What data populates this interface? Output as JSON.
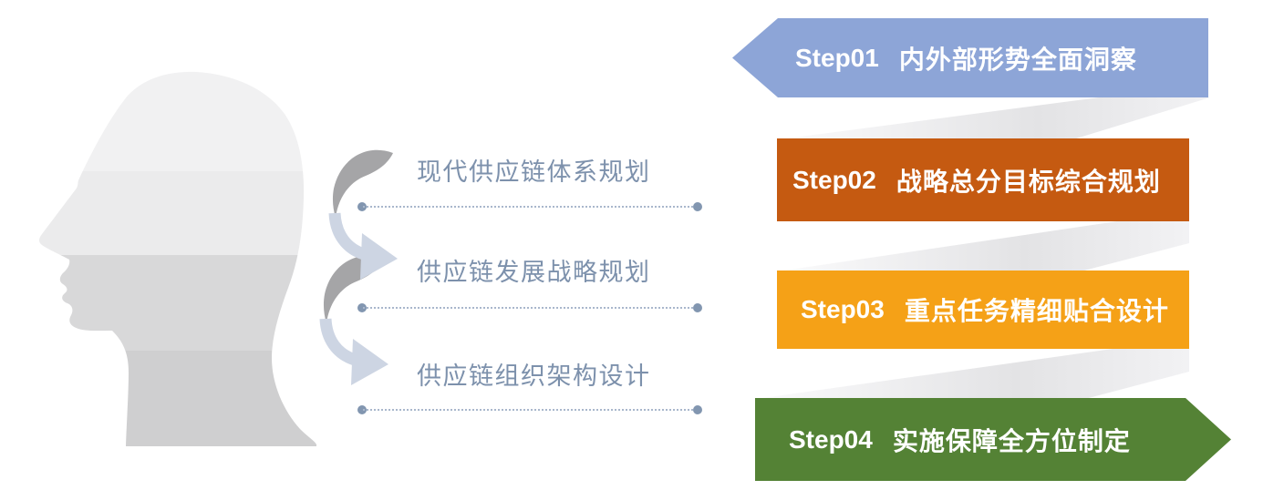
{
  "background": "#ffffff",
  "head": {
    "description": "layered human head profile silhouette facing left",
    "band_colors": [
      "#f1f1f2",
      "#ebebec",
      "#d8d8d9",
      "#cfcfd0"
    ]
  },
  "planning_items": [
    {
      "label": "现代供应链体系规划"
    },
    {
      "label": "供应链发展战略规划"
    },
    {
      "label": "供应链组织架构设计"
    }
  ],
  "steps": [
    {
      "step": "Step01",
      "title": "内外部形势全面洞察",
      "color": "#8DA5D7"
    },
    {
      "step": "Step02",
      "title": "战略总分目标综合规划",
      "color": "#C55A11"
    },
    {
      "step": "Step03",
      "title": "重点任务精细贴合设计",
      "color": "#F5A117"
    },
    {
      "step": "Step04",
      "title": "实施保障全方位制定",
      "color": "#548235"
    }
  ],
  "colors": {
    "label_text": "#7D91AC",
    "line_dot": "#8296B0",
    "line_dash": "#A9B7CC",
    "arrow_dark": "#A5A5A7",
    "arrow_light": "#CDD5E3",
    "banner_text": "#FFFFFF",
    "ribbon_gray": "#E3E3E5"
  }
}
